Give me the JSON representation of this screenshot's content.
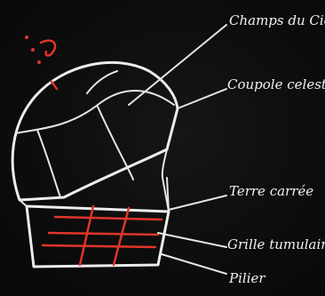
{
  "labels": {
    "champs_du_ciel": "Champs du Ciel",
    "coupole_celeste": "Coupole celeste",
    "terre_carree": "Terre carrée",
    "grille_tumulaire": "Grille tumulaire",
    "pilier": "Pilier"
  },
  "colors": {
    "background": "#0b0b0b",
    "chalk": "#ececec",
    "red_accent": "#e0352b"
  }
}
